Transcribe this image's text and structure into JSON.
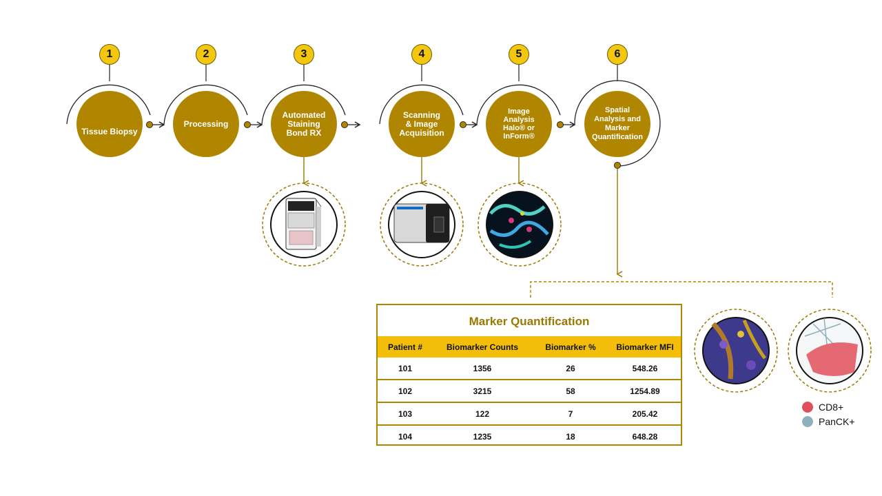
{
  "steps": [
    {
      "number": "1",
      "label": "Tissue Biopsy"
    },
    {
      "number": "2",
      "label": "Processing"
    },
    {
      "number": "3",
      "label": "Automated\nStaining\nBond RX"
    },
    {
      "number": "4",
      "label": "Scanning\n& Image\nAcquisition"
    },
    {
      "number": "5",
      "label": "Image\nAnalysis\nHalo® or\nInForm®"
    },
    {
      "number": "6",
      "label": "Spatial\nAnalysis and\nMarker\nQuantification"
    }
  ],
  "table": {
    "title": "Marker Quantification",
    "headers": [
      "Patient #",
      "Biomarker Counts",
      "Biomarker %",
      "Biomarker MFI"
    ],
    "rows": [
      [
        "101",
        "1356",
        "26",
        "548.26"
      ],
      [
        "102",
        "3215",
        "58",
        "1254.89"
      ],
      [
        "103",
        "122",
        "7",
        "205.42"
      ],
      [
        "104",
        "1235",
        "18",
        "648.28"
      ]
    ]
  },
  "legend": [
    {
      "label": "CD8+",
      "color": "#e0505a"
    },
    {
      "label": "PanCK+",
      "color": "#8fb0b8"
    }
  ],
  "colors": {
    "gold": "#b08600",
    "badge": "#f3c60f",
    "header": "#f3be0a"
  }
}
